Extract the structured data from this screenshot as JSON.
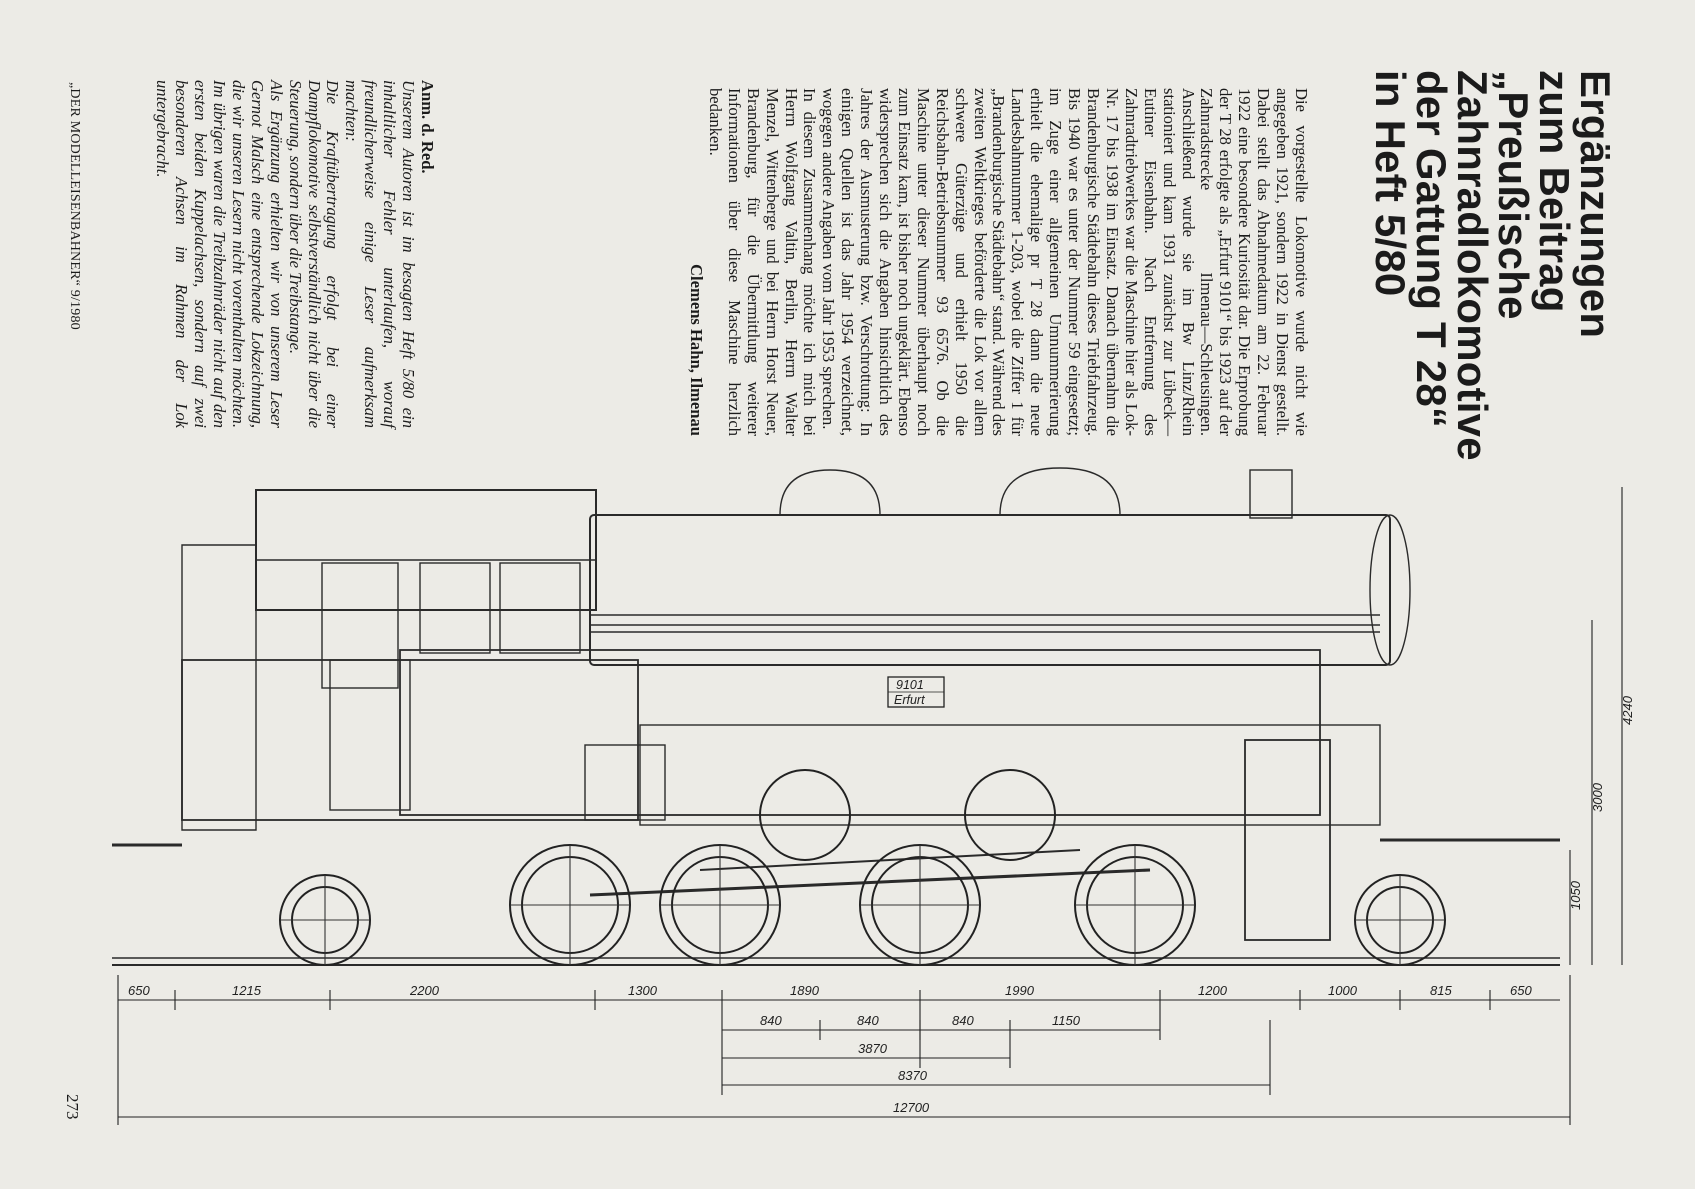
{
  "title": {
    "lines": [
      "Ergänzungen",
      "zum Beitrag",
      "„Preußische",
      "Zahnradlokomotive",
      "der Gattung T 28“",
      "in Heft 5/80"
    ]
  },
  "article": {
    "paragraphs": [
      "Die vorgestellte Lokomotive wurde nicht wie angegeben 1921, sondern 1922 in Dienst gestellt. Dabei stellt das Abnahmedatum am 22. Februar 1922 eine besondere Kuriosität dar. Die Erprobung der T 28 erfolgte als „Erfurt 9101“ bis 1923 auf der Zahnradstrecke Ilmenau—Schleusingen. Anschließend wurde sie im Bw Linz/Rhein stationiert und kam 1931 zunächst zur Lübeck—Eutiner Eisenbahn. Nach Entfernung des Zahnradtriebwerkes war die Maschine hier als Lok-Nr. 17 bis 1938 im Einsatz. Danach übernahm die Brandenburgische Städtebahn dieses Triebfahrzeug. Bis 1940 war es unter der Nummer 59 eingesetzt; im Zuge einer allgemeinen Umnummerierung erhielt die ehemalige pr T 28 dann die neue Landesbahnnummer 1-203, wobei die Ziffer 1 für „Brandenburgische Städtebahn“ stand. Während des zweiten Weltkrieges beförderte die Lok vor allem schwere Güterzüge und erhielt 1950 die Reichsbahn-Betriebsnummer 93 6576. Ob die Maschine unter dieser Nummer überhaupt noch zum Einsatz kam, ist bisher noch ungeklärt. Ebenso widersprechen sich die Angaben hinsichtlich des Jahres der Ausmusterung bzw. Verschrottung: In einigen Quellen ist das Jahr 1954 verzeichnet, wogegen andere Angaben vom Jahr 1953 sprechen.",
      "In diesem Zusammenhang möchte ich mich bei Herrn Wolfgang Valtin, Berlin, Herrn Walter Menzel, Wittenberge und bei Herrn Horst Neuer, Brandenburg, für die Übermittlung weiterer Informationen über diese Maschine herzlich bedanken."
    ],
    "author": "Clemens Hahn, Ilmenau"
  },
  "editor_note": {
    "heading": "Anm. d. Red.",
    "paragraphs": [
      "Unserem Autoren ist im besagten Heft 5/80 ein inhaltlicher Fehler unterlaufen, worauf freundlicherweise einige Leser aufmerksam machten:",
      "Die Kraftübertragung erfolgt bei einer Dampflokomotive selbstverständlich nicht über die Steuerung, sondern über die Treibstange.",
      "Als Ergänzung erhielten wir von unserem Leser Gernot Malsch eine entsprechende Lokzeichnung, die wir unseren Lesern nicht vorenthalten möchten. Im übrigen waren die Treibzahnräder nicht auf den ersten beiden Kuppelachsen, sondern auf zwei besonderen Achsen im Rahmen der Lok untergebracht."
    ]
  },
  "footer": "„DER MODELLEISENBAHNER“ 9/1980",
  "page_number": "273",
  "drawing": {
    "number_plate": [
      "9101",
      "Erfurt"
    ],
    "dimensions_row1": [
      "650",
      "1215",
      "2200",
      "1300",
      "1890",
      "1990",
      "1200",
      "1000",
      "815",
      "650"
    ],
    "dimensions_row2": [
      "840",
      "840",
      "840",
      "1150"
    ],
    "total_3870": "3870",
    "total_8370": "8370",
    "total_12700": "12700",
    "height_4240": "4240",
    "height_3000": "3000",
    "height_1050": "1050"
  }
}
